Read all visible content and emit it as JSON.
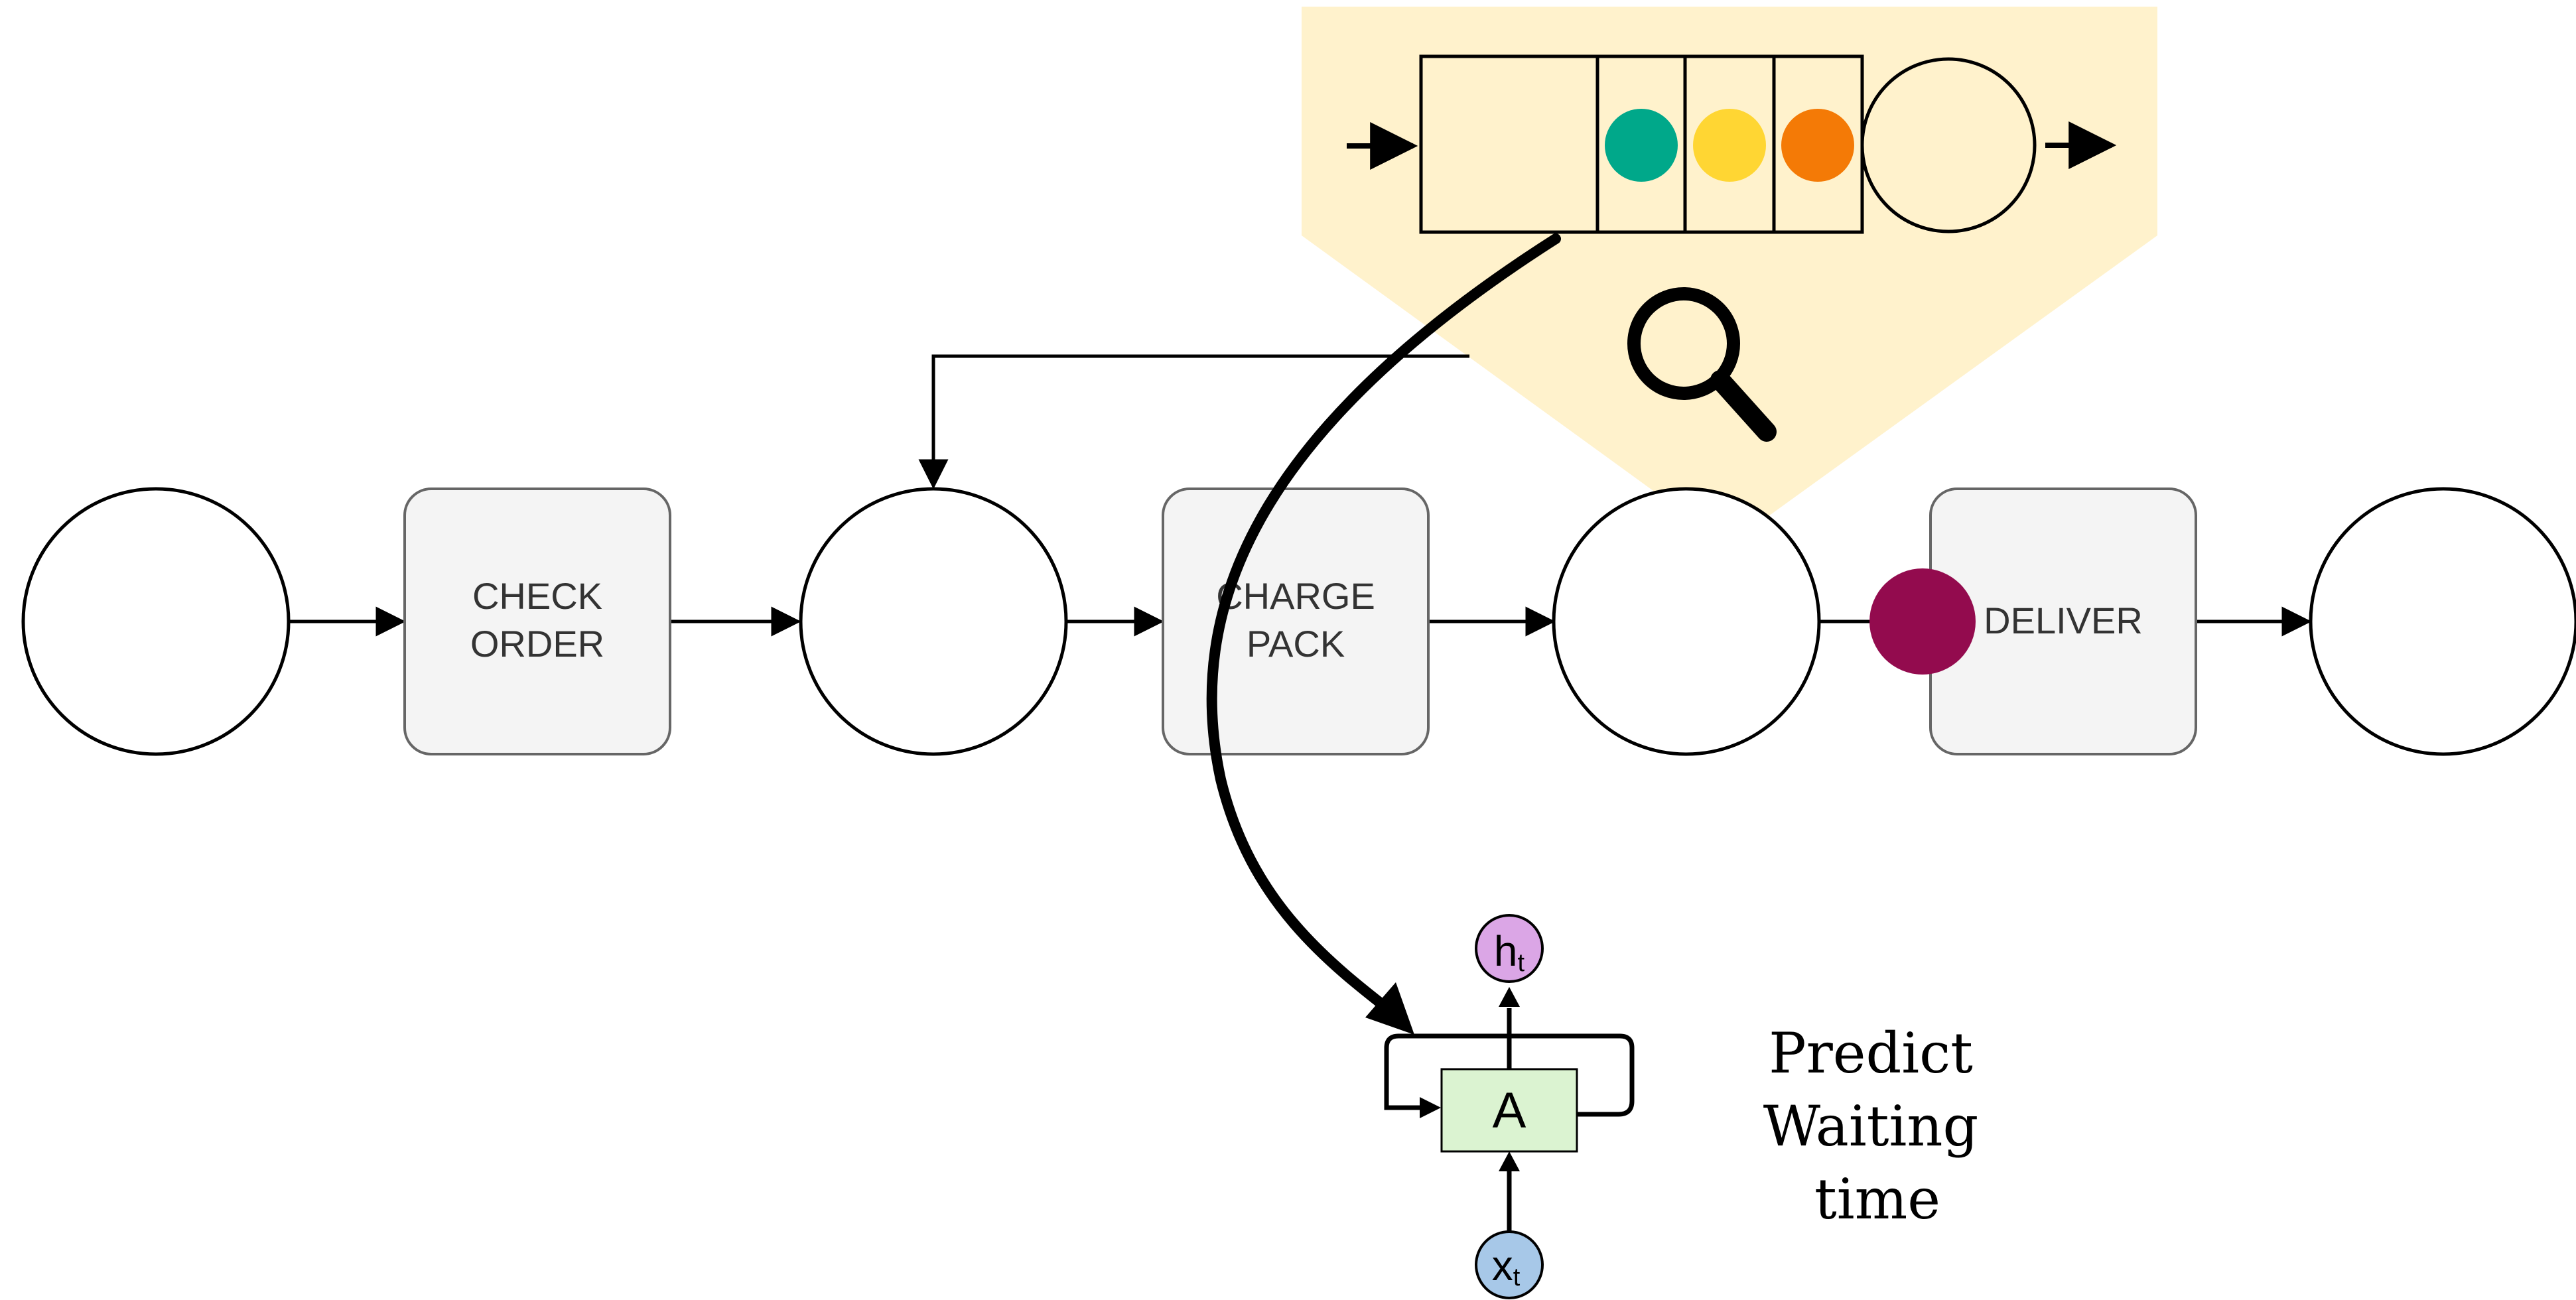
{
  "process": {
    "tasks": [
      {
        "line1": "CHECK",
        "line2": "ORDER"
      },
      {
        "line1": "CHARGE",
        "line2": "PACK"
      },
      {
        "line1": "DELIVER",
        "line2": ""
      }
    ]
  },
  "queue": {
    "tokens": [
      {
        "color_name": "teal",
        "hex": "#00a88a"
      },
      {
        "color_name": "yellow",
        "hex": "#ffd633"
      },
      {
        "color_name": "orange",
        "hex": "#f47a06"
      }
    ],
    "highlight_color": "#fff2cc"
  },
  "case_token": {
    "hex": "#930b4e"
  },
  "rnn": {
    "cell_label": "A",
    "output_main": "h",
    "output_sub": "t",
    "input_main": "x",
    "input_sub": "t",
    "cell_color": "#dbf3d1",
    "output_color": "#dba6e6",
    "input_color": "#a7c8e8"
  },
  "prediction": {
    "line1": "Predict",
    "line2": "Waiting",
    "line3": "time"
  },
  "icons": {
    "magnifier": "magnifier-icon"
  }
}
